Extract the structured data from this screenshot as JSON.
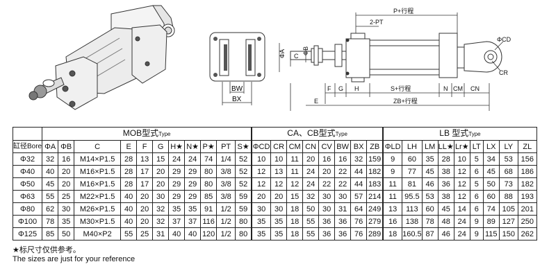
{
  "drawing_labels": {
    "side_view": {
      "p_stroke": "P+行程",
      "pt2": "2-PT",
      "phi_cd": "ΦCD",
      "cr": "CR",
      "phi_a": "ΦA",
      "c": "C",
      "phi_b": "ΦB",
      "f": "F",
      "g": "G",
      "h": "H",
      "s_stroke": "S+行程",
      "n": "N",
      "cm": "CM",
      "cn": "CN",
      "e": "E",
      "zb_stroke": "ZB+行程"
    },
    "end_view": {
      "bw": "BW",
      "bx": "BX"
    }
  },
  "table": {
    "groups": [
      {
        "label": "MOB型式",
        "suffix": "Type"
      },
      {
        "label": "CA、CB型式",
        "suffix": "Type"
      },
      {
        "label": "LB 型式",
        "suffix": "Type"
      }
    ],
    "headers": [
      "缸径Bore",
      "ΦA",
      "ΦB",
      "C",
      "E",
      "F",
      "G",
      "H★",
      "N★",
      "P★",
      "PT",
      "S★",
      "ΦCD",
      "CR",
      "CM",
      "CN",
      "CV",
      "BW",
      "BX",
      "ZB",
      "ΦLD",
      "LH",
      "LM",
      "LL★",
      "Lr★",
      "LT",
      "LX",
      "LY",
      "ZL"
    ],
    "rows": [
      [
        "Φ32",
        "32",
        "16",
        "M14×P1.5",
        "28",
        "13",
        "15",
        "24",
        "24",
        "74",
        "1/4",
        "52",
        "10",
        "10",
        "11",
        "20",
        "16",
        "16",
        "32",
        "159",
        "9",
        "60",
        "35",
        "28",
        "10",
        "5",
        "34",
        "53",
        "156"
      ],
      [
        "Φ40",
        "40",
        "20",
        "M16×P1.5",
        "28",
        "17",
        "20",
        "29",
        "29",
        "80",
        "3/8",
        "52",
        "12",
        "13",
        "11",
        "24",
        "20",
        "22",
        "44",
        "182",
        "9",
        "77",
        "45",
        "38",
        "12",
        "6",
        "45",
        "68",
        "186"
      ],
      [
        "Φ50",
        "45",
        "20",
        "M16×P1.5",
        "28",
        "17",
        "20",
        "29",
        "29",
        "80",
        "3/8",
        "52",
        "12",
        "12",
        "12",
        "24",
        "22",
        "22",
        "44",
        "183",
        "11",
        "81",
        "46",
        "36",
        "12",
        "5",
        "50",
        "73",
        "182"
      ],
      [
        "Φ63",
        "55",
        "25",
        "M22×P1.5",
        "40",
        "20",
        "30",
        "29",
        "29",
        "85",
        "3/8",
        "59",
        "20",
        "20",
        "15",
        "32",
        "30",
        "30",
        "57",
        "214",
        "11",
        "95.5",
        "53",
        "38",
        "12",
        "6",
        "60",
        "88",
        "193"
      ],
      [
        "Φ80",
        "62",
        "30",
        "M26×P1.5",
        "40",
        "20",
        "32",
        "35",
        "35",
        "91",
        "1/2",
        "59",
        "30",
        "30",
        "18",
        "50",
        "30",
        "31",
        "64",
        "249",
        "13",
        "113",
        "60",
        "45",
        "14",
        "6",
        "74",
        "105",
        "201"
      ],
      [
        "Φ100",
        "78",
        "35",
        "M30×P1.5",
        "40",
        "20",
        "32",
        "37",
        "37",
        "116",
        "1/2",
        "80",
        "35",
        "35",
        "18",
        "55",
        "36",
        "36",
        "76",
        "279",
        "16",
        "138",
        "78",
        "48",
        "24",
        "9",
        "89",
        "127",
        "250"
      ],
      [
        "Φ125",
        "85",
        "50",
        "M40×P2",
        "55",
        "25",
        "31",
        "40",
        "40",
        "120",
        "1/2",
        "80",
        "35",
        "35",
        "18",
        "55",
        "36",
        "36",
        "76",
        "289",
        "18",
        "160.5",
        "87",
        "46",
        "24",
        "9",
        "115",
        "150",
        "262"
      ]
    ]
  },
  "notes": {
    "cn": "★标尺寸仅供参考。",
    "en": "The sizes are just for your reference"
  }
}
